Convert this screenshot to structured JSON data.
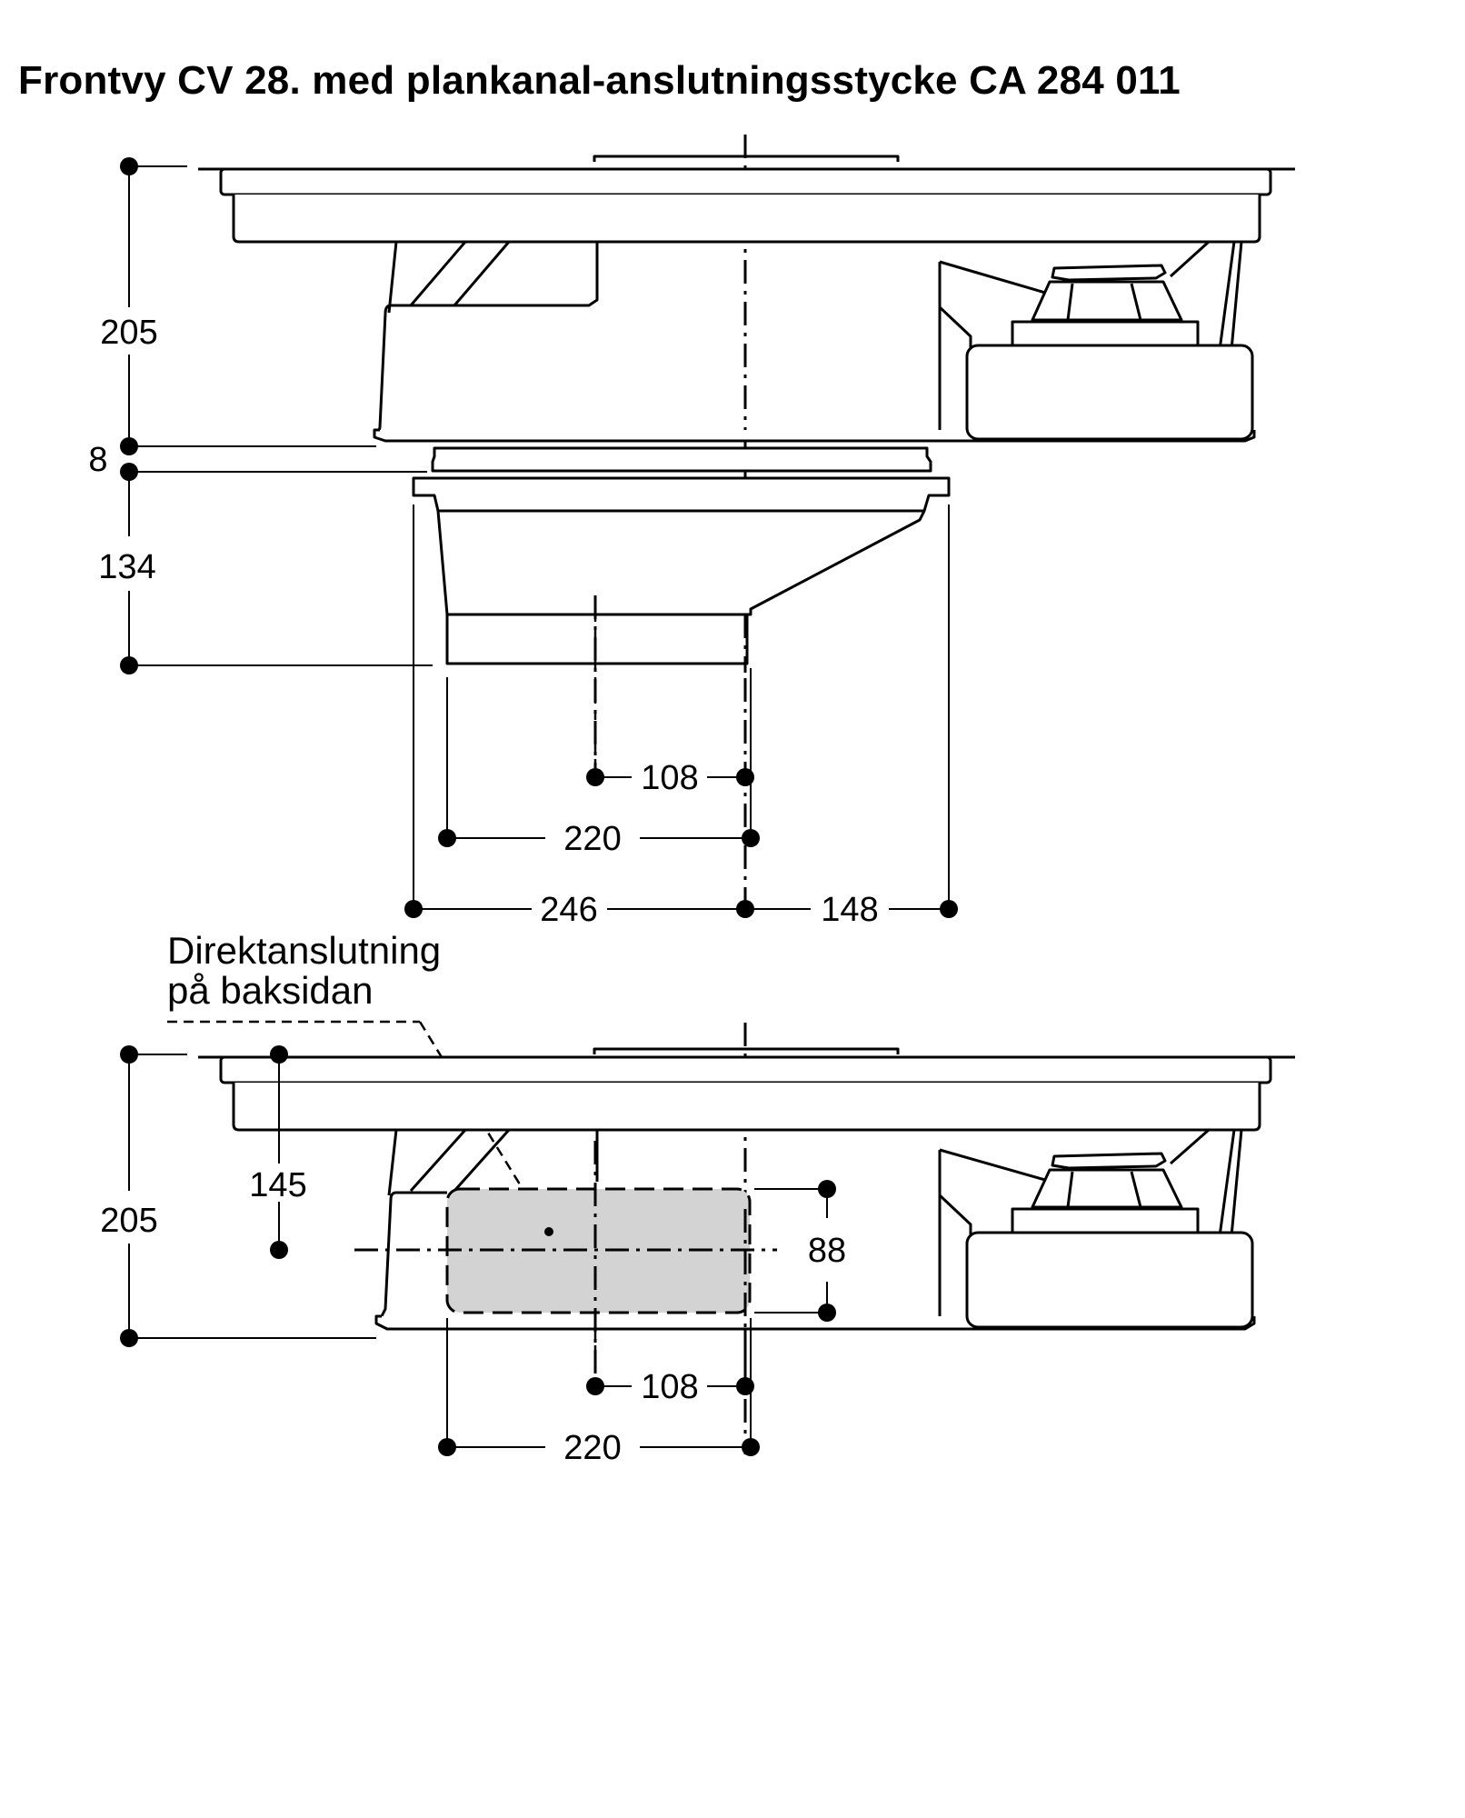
{
  "title": "Frontvy CV 28. med plankanal-anslutningsstycke CA 284 011",
  "top_view": {
    "dims": {
      "height_total": "205",
      "gap": "8",
      "adapter_height": "134",
      "outlet_center": "108",
      "outlet_width": "220",
      "left_extent": "246",
      "right_extent": "148"
    }
  },
  "bottom_view": {
    "label_line1": "Direktanslutning",
    "label_line2": "på baksidan",
    "dims": {
      "height_total": "205",
      "outlet_center_height": "145",
      "outlet_height": "88",
      "outlet_center": "108",
      "outlet_width": "220"
    },
    "outlet_fill": "#d3d3d3"
  }
}
